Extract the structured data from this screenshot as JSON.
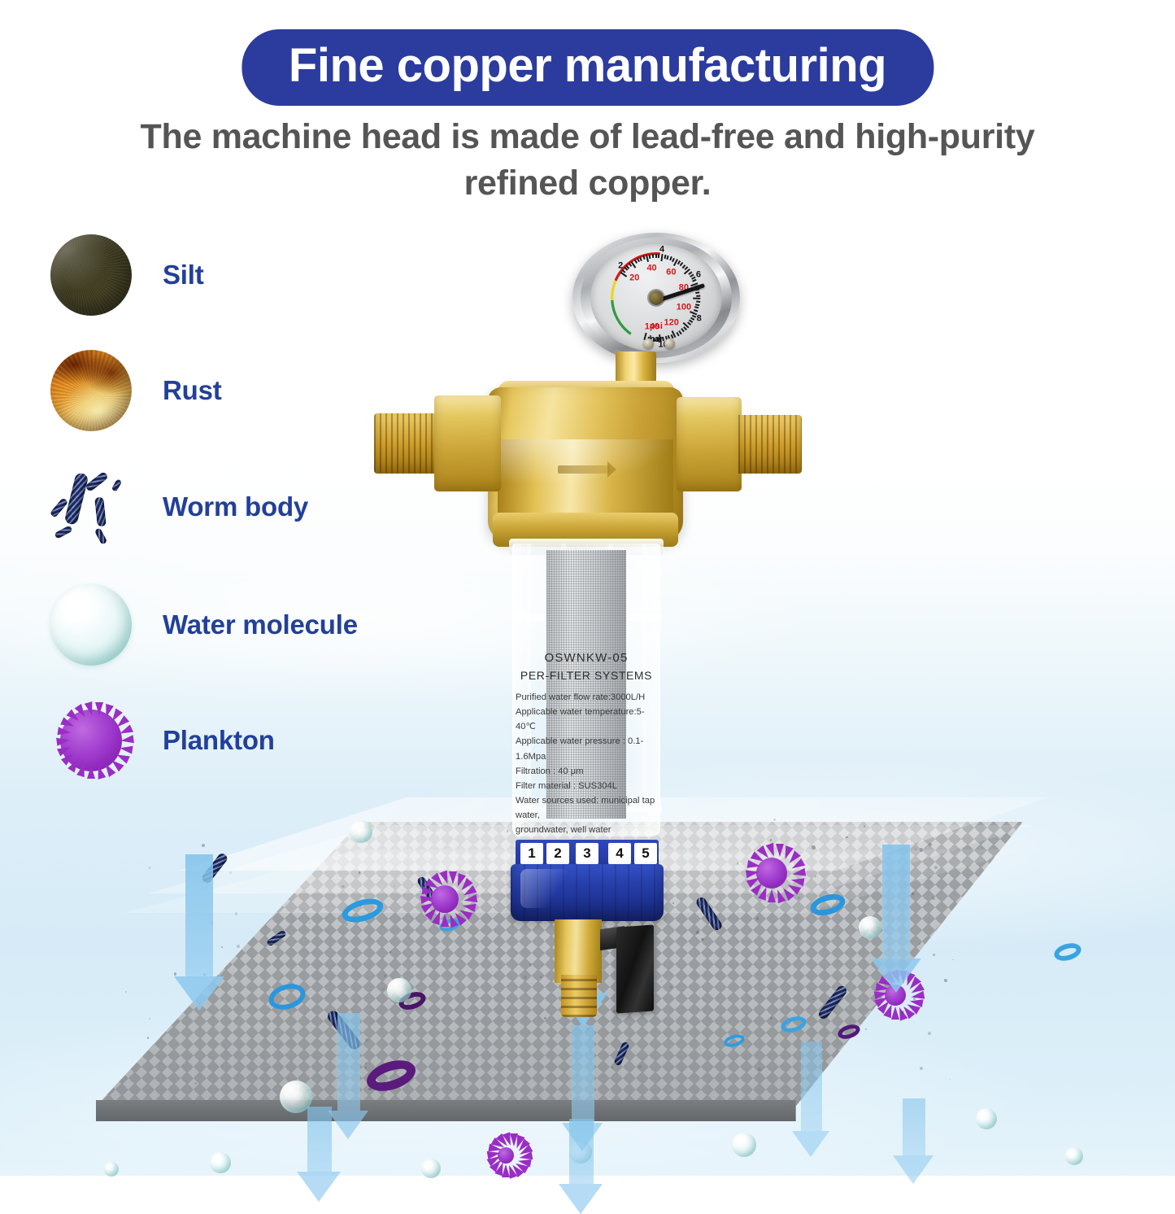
{
  "header": {
    "badge_title": "Fine copper manufacturing",
    "subtitle": "The machine head is made of lead-free and high-purity refined copper.",
    "badge_bg": "#2b3b9e",
    "subtitle_color": "#555555"
  },
  "legend": {
    "label_color": "#22409a",
    "items": [
      {
        "label": "Silt",
        "icon": "silt-circle-icon"
      },
      {
        "label": "Rust",
        "icon": "rust-circle-icon"
      },
      {
        "label": "Worm body",
        "icon": "worm-body-icon"
      },
      {
        "label": "Water molecule",
        "icon": "water-molecule-bubble-icon"
      },
      {
        "label": "Plankton",
        "icon": "plankton-icon"
      }
    ]
  },
  "product": {
    "gauge": {
      "unit_primary": "psi",
      "unit_secondary": "bar",
      "psi_numbers": [
        "20",
        "40",
        "60",
        "80",
        "100",
        "120",
        "140"
      ],
      "bar_numbers": [
        "2",
        "4",
        "6",
        "8",
        "10"
      ],
      "zone_colors": {
        "green": "#2e9b3f",
        "yellow": "#e8d81f",
        "red": "#d2191c"
      }
    },
    "label": {
      "model": "OSWNKW-05",
      "system": "PER-FILTER SYSTEMS",
      "specs": [
        "Purified water flow rate:3000L/H",
        "Applicable water temperature:5-40℃",
        "Applicable water pressure : 0.1-1.6Mpa",
        "Filtration : 40 μm",
        "Filter material : SUS304L",
        "Water sources used: municipal tap water,",
        "groundwater, well water"
      ]
    },
    "collar_numbers": [
      "1",
      "2",
      "3",
      "4",
      "5"
    ],
    "brass_color": "#d9b548",
    "collar_color": "#2740ac"
  },
  "scene": {
    "mesh_color": "#bfc2c5",
    "arrow_color": "#8cc8ee",
    "description_elements": [
      "filtration-mesh-plane",
      "flow-arrows",
      "contaminant-particles",
      "water-bubbles"
    ]
  }
}
